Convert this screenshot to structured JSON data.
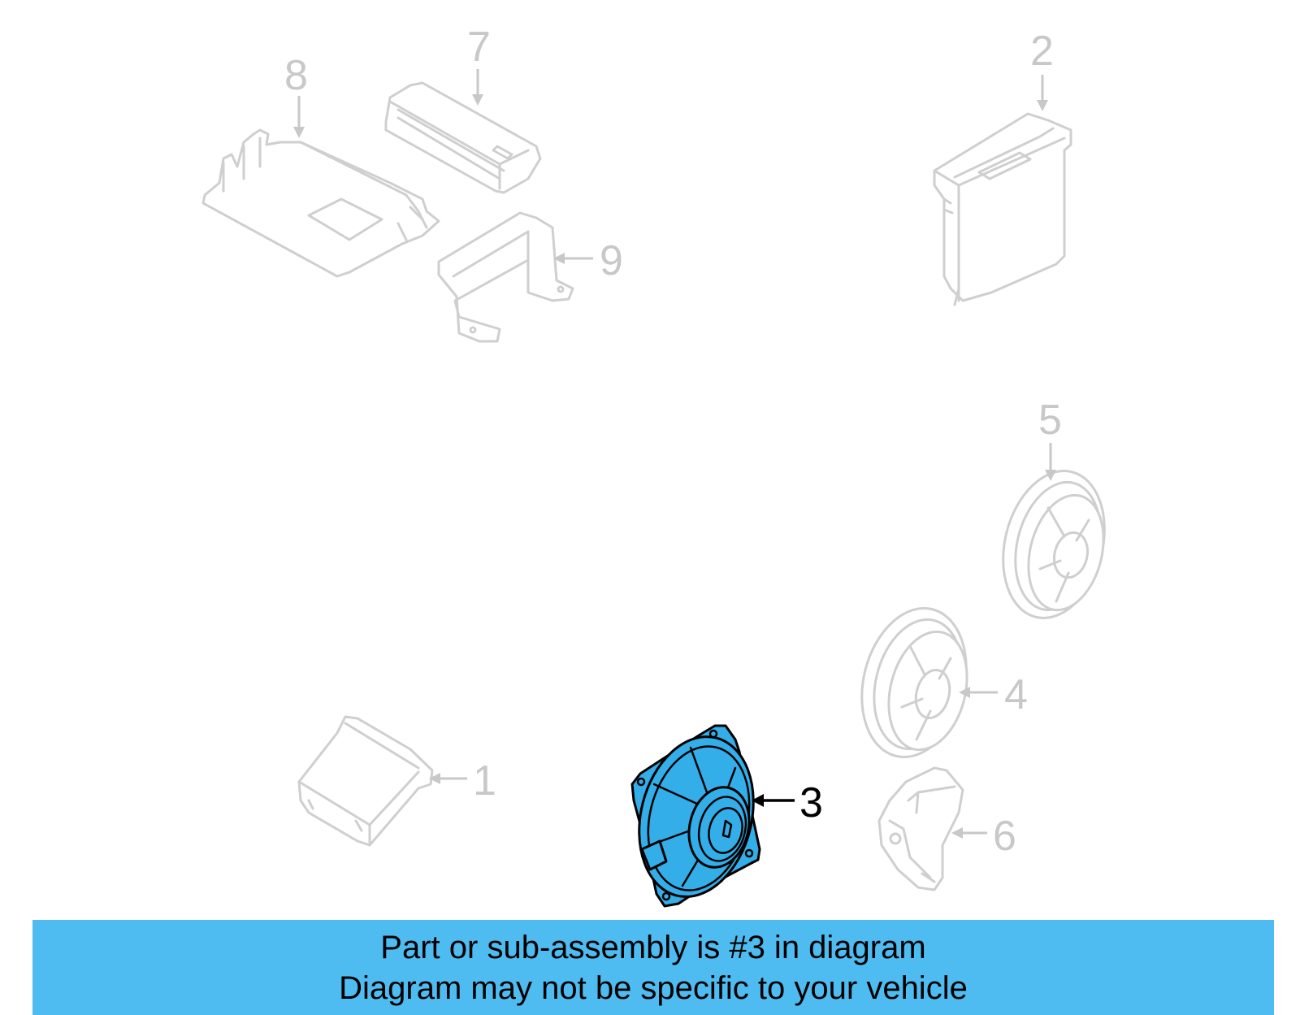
{
  "diagram": {
    "callouts": {
      "part1": "1",
      "part2": "2",
      "part3": "3",
      "part4": "4",
      "part5": "5",
      "part6": "6",
      "part7": "7",
      "part8": "8",
      "part9": "9"
    },
    "highlighted_part": "3",
    "colors": {
      "highlight": "#33aee8",
      "ghost": "#cfcfcf",
      "banner": "#4fbcf1"
    }
  },
  "banner": {
    "line1": "Part or sub-assembly is #3 in diagram",
    "line2": "Diagram may not be specific to your vehicle"
  }
}
